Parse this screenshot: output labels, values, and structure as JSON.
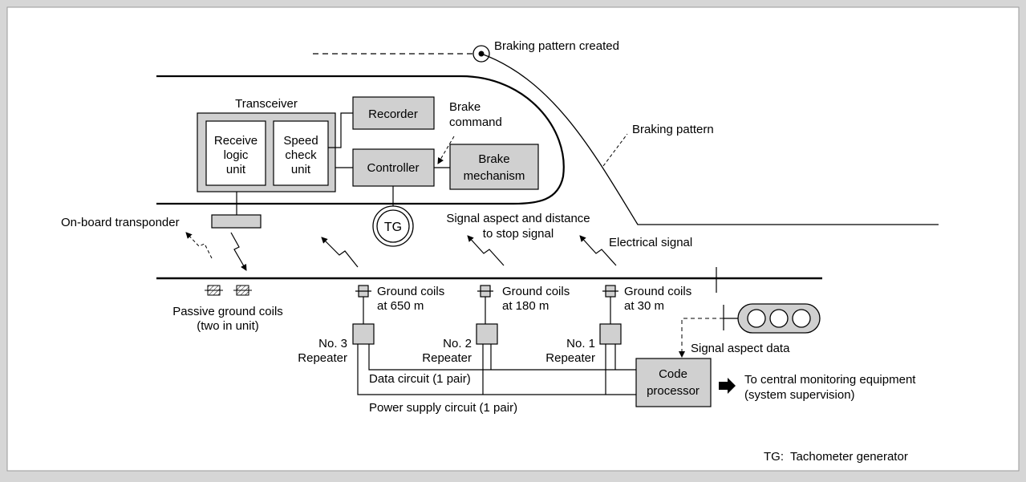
{
  "labels": {
    "braking_pattern_created": "Braking pattern created",
    "braking_pattern": "Braking pattern",
    "transceiver": "Transceiver",
    "receive_logic": [
      "Receive",
      "logic",
      "unit"
    ],
    "speed_check": [
      "Speed",
      "check",
      "unit"
    ],
    "recorder": "Recorder",
    "controller": "Controller",
    "brake_command": [
      "Brake",
      "command"
    ],
    "brake_mechanism": [
      "Brake",
      "mechanism"
    ],
    "tg": "TG",
    "onboard_transponder": "On-board transponder",
    "signal_aspect_distance": [
      "Signal aspect and distance",
      "to stop signal"
    ],
    "electrical_signal": "Electrical signal",
    "passive_coils": [
      "Passive ground coils",
      "(two in unit)"
    ],
    "ground_coils_650": [
      "Ground coils",
      "at 650 m"
    ],
    "ground_coils_180": [
      "Ground coils",
      "at 180 m"
    ],
    "ground_coils_30": [
      "Ground coils",
      "at 30 m"
    ],
    "repeater_3": [
      "No. 3",
      "Repeater"
    ],
    "repeater_2": [
      "No. 2",
      "Repeater"
    ],
    "repeater_1": [
      "No. 1",
      "Repeater"
    ],
    "signal_aspect_data": "Signal aspect data",
    "data_circuit": "Data circuit (1 pair)",
    "power_circuit": "Power supply circuit (1 pair)",
    "code_processor": [
      "Code",
      "processor"
    ],
    "central_monitoring": [
      "To central monitoring equipment",
      "(system supervision)"
    ],
    "tg_legend": "TG:  Tachometer generator"
  },
  "colors": {
    "background": "#d6d6d6",
    "panel": "#ffffff",
    "box_fill": "#d0d0d0",
    "stroke": "#000000"
  }
}
